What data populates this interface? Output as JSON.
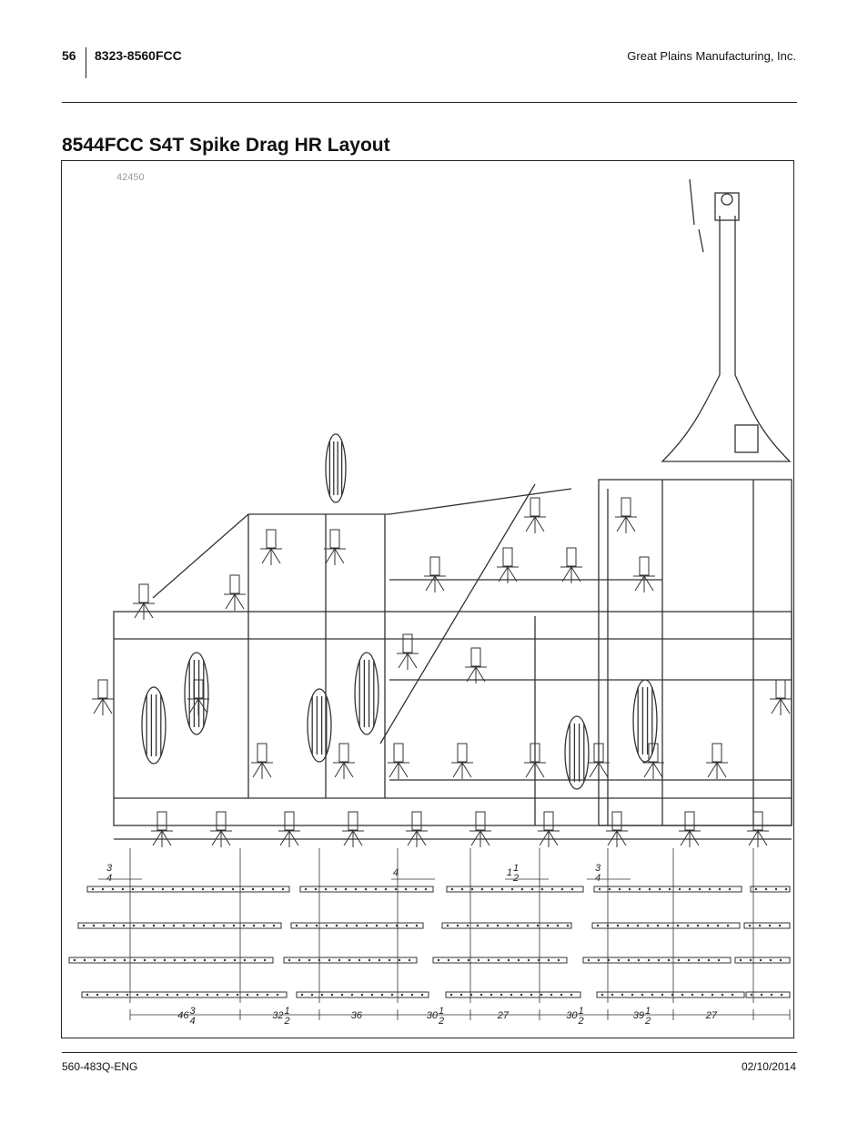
{
  "header": {
    "page_number": "56",
    "model": "8323-8560FCC",
    "company": "Great Plains Manufacturing, Inc."
  },
  "section": {
    "title": "8544FCC S4T Spike Drag HR Layout"
  },
  "figure": {
    "figure_id": "42450",
    "dimensions": [
      {
        "whole": "46",
        "num": "3",
        "den": "4"
      },
      {
        "whole": "32",
        "num": "1",
        "den": "2"
      },
      {
        "whole": "36",
        "num": "",
        "den": ""
      },
      {
        "whole": "30",
        "num": "1",
        "den": "2"
      },
      {
        "whole": "27",
        "num": "",
        "den": ""
      },
      {
        "whole": "30",
        "num": "1",
        "den": "2"
      },
      {
        "whole": "39",
        "num": "1",
        "den": "2"
      },
      {
        "whole": "27",
        "num": "",
        "den": ""
      }
    ],
    "offsets": [
      {
        "whole": "",
        "num": "3",
        "den": "4"
      },
      {
        "whole": "4",
        "num": "",
        "den": ""
      },
      {
        "whole": "1",
        "num": "1",
        "den": "2"
      },
      {
        "whole": "",
        "num": "3",
        "den": "4"
      }
    ]
  },
  "footer": {
    "doc_number": "560-483Q-ENG",
    "date": "02/10/2014"
  }
}
